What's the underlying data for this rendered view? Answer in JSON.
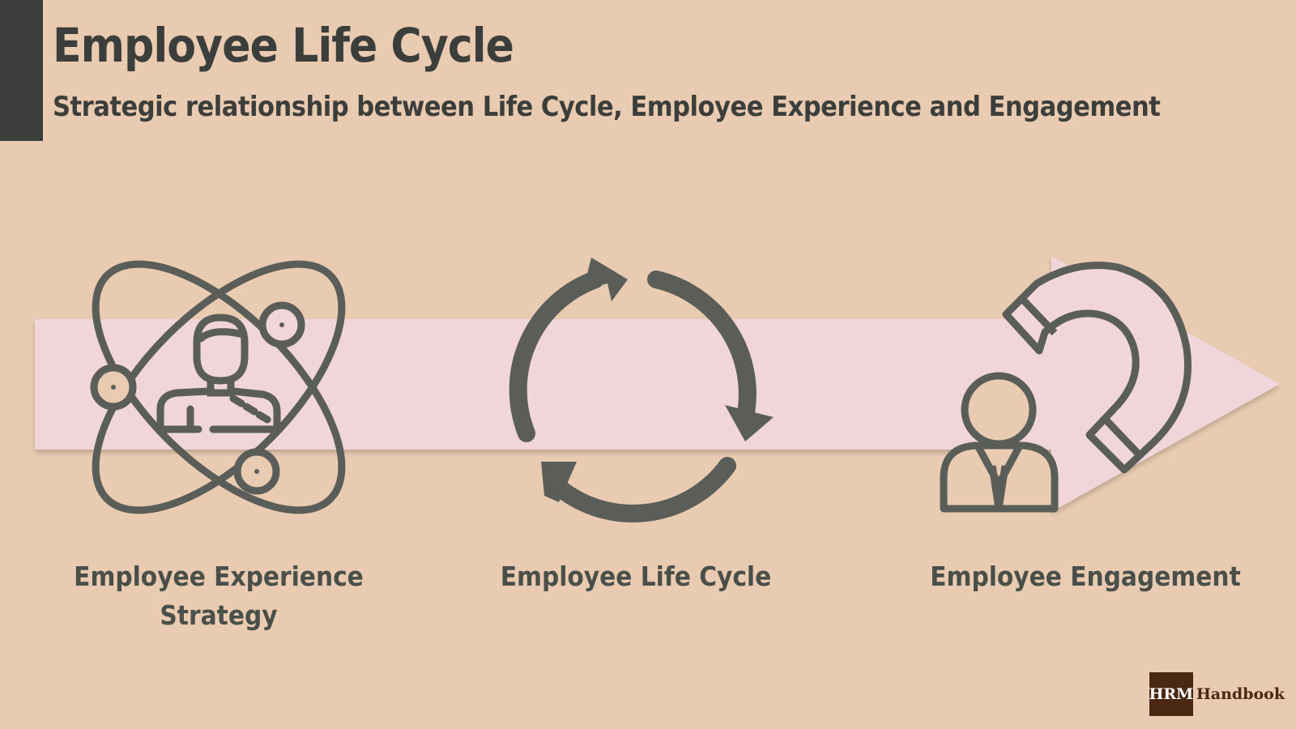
{
  "title": "Employee Life Cycle",
  "subtitle": "Strategic relationship between Life Cycle, Employee Experience and Engagement",
  "stages": [
    {
      "label_line1": "Employee Experience",
      "label_line2": "Strategy",
      "icon": "atom-person-icon"
    },
    {
      "label_line1": "Employee Life Cycle",
      "icon": "cycle-arrows-icon"
    },
    {
      "label_line1": "Employee Engagement",
      "icon": "magnet-person-icon"
    }
  ],
  "logo": {
    "box_text": "HRM",
    "text": "Handbook"
  },
  "colors": {
    "background": "#e8cbb0",
    "arrow": "#f0d5da",
    "icon": "#5a5d58",
    "dark": "#3c3e3b",
    "logo": "#4a2812"
  }
}
